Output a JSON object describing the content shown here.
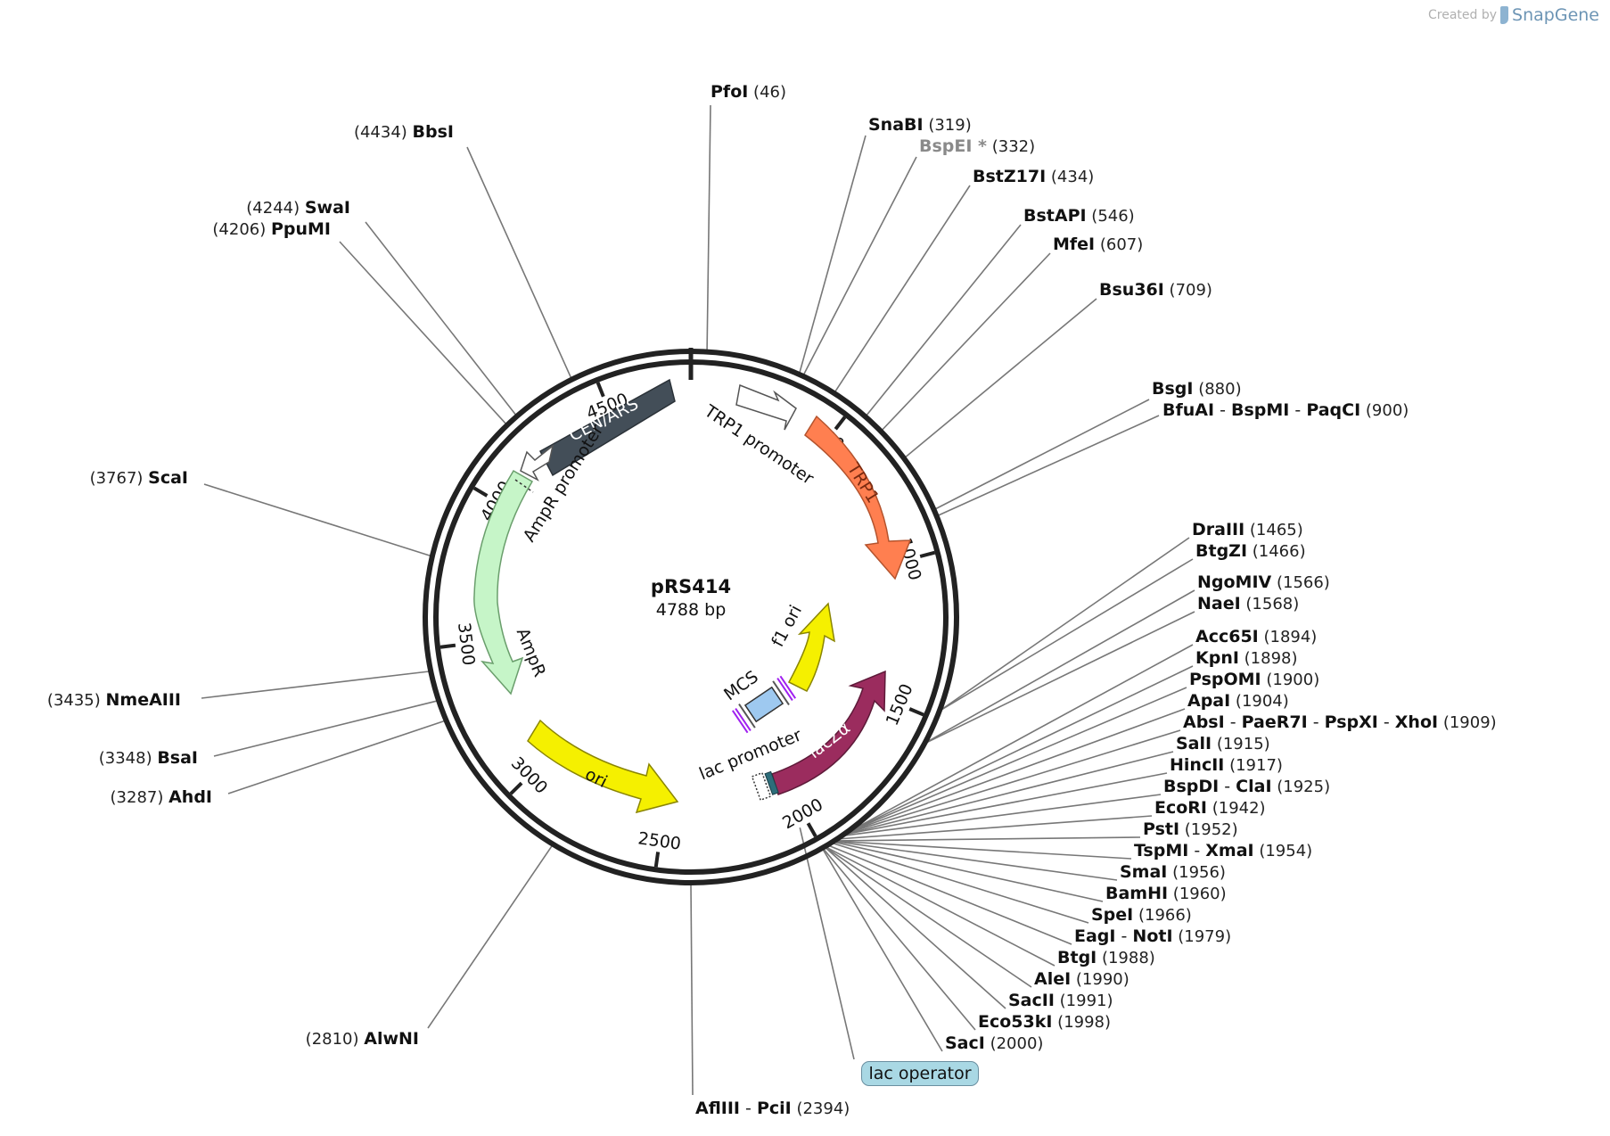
{
  "header": {
    "created_by": "Created by",
    "brand": "SnapGene"
  },
  "plasmid": {
    "name": "pRS414",
    "size_label": "4788 bp",
    "length": 4788
  },
  "ticks": [
    {
      "pos": 500,
      "label": "500"
    },
    {
      "pos": 1000,
      "label": "1000"
    },
    {
      "pos": 1500,
      "label": "1500"
    },
    {
      "pos": 2000,
      "label": "2000"
    },
    {
      "pos": 2500,
      "label": "2500"
    },
    {
      "pos": 3000,
      "label": "3000"
    },
    {
      "pos": 3500,
      "label": "3500"
    },
    {
      "pos": 4000,
      "label": "4000"
    },
    {
      "pos": 4500,
      "label": "4500"
    }
  ],
  "features": [
    {
      "name": "CEN/ARS",
      "color": "#434e58",
      "text_color": "#ffffff"
    },
    {
      "name": "TRP1 promoter",
      "color": "#ffffff",
      "text_color": "#111111"
    },
    {
      "name": "TRP1",
      "color": "#ff7f50",
      "text_color": "#7a2a10"
    },
    {
      "name": "AmpR promoter",
      "color": "#ffffff",
      "text_color": "#111111"
    },
    {
      "name": "AmpR",
      "color": "#c6f5c8",
      "text_color": "#111111"
    },
    {
      "name": "ori",
      "color": "#f5f000",
      "text_color": "#111111"
    },
    {
      "name": "f1 ori",
      "color": "#f5f000",
      "text_color": "#111111"
    },
    {
      "name": "lacZα",
      "color": "#9b2c5e",
      "text_color": "#ffffff"
    },
    {
      "name": "MCS",
      "color": "#9ec9f0",
      "text_color": "#111111"
    },
    {
      "name": "lac promoter",
      "color": "#ffffff",
      "text_color": "#111111"
    },
    {
      "name": "lac operator",
      "color": "#a9d8e4",
      "text_color": "#111111"
    }
  ],
  "sites": [
    {
      "labels": [
        "PfoI"
      ],
      "pos": "(46)",
      "side": "right"
    },
    {
      "labels": [
        "SnaBI"
      ],
      "pos": "(319)",
      "side": "right"
    },
    {
      "labels": [
        "BspEI *"
      ],
      "pos": "(332)",
      "side": "right",
      "grey": true
    },
    {
      "labels": [
        "BstZ17I"
      ],
      "pos": "(434)",
      "side": "right"
    },
    {
      "labels": [
        "BstAPI"
      ],
      "pos": "(546)",
      "side": "right"
    },
    {
      "labels": [
        "MfeI"
      ],
      "pos": "(607)",
      "side": "right"
    },
    {
      "labels": [
        "Bsu36I"
      ],
      "pos": "(709)",
      "side": "right"
    },
    {
      "labels": [
        "BsgI"
      ],
      "pos": "(880)",
      "side": "right"
    },
    {
      "labels": [
        "BfuAI",
        "BspMI",
        "PaqCI"
      ],
      "pos": "(900)",
      "side": "right"
    },
    {
      "labels": [
        "DraIII"
      ],
      "pos": "(1465)",
      "side": "right"
    },
    {
      "labels": [
        "BtgZI"
      ],
      "pos": "(1466)",
      "side": "right"
    },
    {
      "labels": [
        "NgoMIV"
      ],
      "pos": "(1566)",
      "side": "right"
    },
    {
      "labels": [
        "NaeI"
      ],
      "pos": "(1568)",
      "side": "right"
    },
    {
      "labels": [
        "Acc65I"
      ],
      "pos": "(1894)",
      "side": "right"
    },
    {
      "labels": [
        "KpnI"
      ],
      "pos": "(1898)",
      "side": "right"
    },
    {
      "labels": [
        "PspOMI"
      ],
      "pos": "(1900)",
      "side": "right"
    },
    {
      "labels": [
        "ApaI"
      ],
      "pos": "(1904)",
      "side": "right"
    },
    {
      "labels": [
        "AbsI",
        "PaeR7I",
        "PspXI",
        "XhoI"
      ],
      "pos": "(1909)",
      "side": "right"
    },
    {
      "labels": [
        "SalI"
      ],
      "pos": "(1915)",
      "side": "right"
    },
    {
      "labels": [
        "HincII"
      ],
      "pos": "(1917)",
      "side": "right"
    },
    {
      "labels": [
        "BspDI",
        "ClaI"
      ],
      "pos": "(1925)",
      "side": "right"
    },
    {
      "labels": [
        "EcoRI"
      ],
      "pos": "(1942)",
      "side": "right"
    },
    {
      "labels": [
        "PstI"
      ],
      "pos": "(1952)",
      "side": "right"
    },
    {
      "labels": [
        "TspMI",
        "XmaI"
      ],
      "pos": "(1954)",
      "side": "right"
    },
    {
      "labels": [
        "SmaI"
      ],
      "pos": "(1956)",
      "side": "right"
    },
    {
      "labels": [
        "BamHI"
      ],
      "pos": "(1960)",
      "side": "right"
    },
    {
      "labels": [
        "SpeI"
      ],
      "pos": "(1966)",
      "side": "right"
    },
    {
      "labels": [
        "EagI",
        "NotI"
      ],
      "pos": "(1979)",
      "side": "right"
    },
    {
      "labels": [
        "BtgI"
      ],
      "pos": "(1988)",
      "side": "right"
    },
    {
      "labels": [
        "AleI"
      ],
      "pos": "(1990)",
      "side": "right"
    },
    {
      "labels": [
        "SacII"
      ],
      "pos": "(1991)",
      "side": "right"
    },
    {
      "labels": [
        "Eco53kI"
      ],
      "pos": "(1998)",
      "side": "right"
    },
    {
      "labels": [
        "SacI"
      ],
      "pos": "(2000)",
      "side": "right"
    },
    {
      "labels": [
        "AflIII",
        "PciI"
      ],
      "pos": "(2394)",
      "side": "right"
    },
    {
      "labels": [
        "AlwNI"
      ],
      "pos": "(2810)",
      "side": "left"
    },
    {
      "labels": [
        "AhdI"
      ],
      "pos": "(3287)",
      "side": "left"
    },
    {
      "labels": [
        "BsaI"
      ],
      "pos": "(3348)",
      "side": "left"
    },
    {
      "labels": [
        "NmeAIII"
      ],
      "pos": "(3435)",
      "side": "left"
    },
    {
      "labels": [
        "ScaI"
      ],
      "pos": "(3767)",
      "side": "left"
    },
    {
      "labels": [
        "PpuMI"
      ],
      "pos": "(4206)",
      "side": "left"
    },
    {
      "labels": [
        "SwaI"
      ],
      "pos": "(4244)",
      "side": "left"
    },
    {
      "labels": [
        "BbsI"
      ],
      "pos": "(4434)",
      "side": "left"
    }
  ]
}
